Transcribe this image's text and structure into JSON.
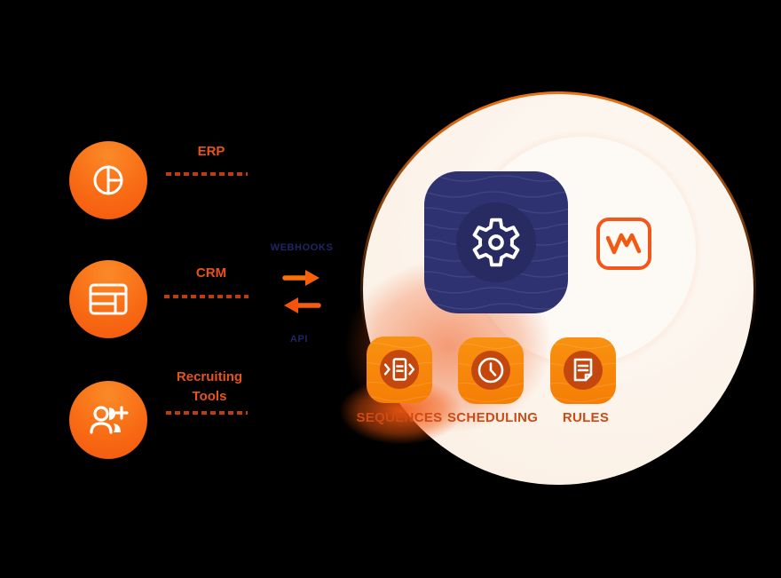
{
  "title": "integration-diagram",
  "colors": {
    "background": "#000000",
    "accent_orange": "#F87C12",
    "deep_orange": "#E9530E",
    "navy": "#2E3270",
    "navy_text": "#202565",
    "cream": "#FCF4EB",
    "rust": "#C4480E",
    "label_orange": "#CE4A12",
    "source_label_orange": "#E8531A",
    "dash_red": "#BF3C0C"
  },
  "sources": [
    {
      "label": "ERP",
      "icon": "pie-chart-icon"
    },
    {
      "label": "CRM",
      "icon": "browser-window-icon"
    },
    {
      "label": "Recruiting Tools",
      "icon": "add-user-icon"
    }
  ],
  "connector": {
    "top_label": "WEBHOOKS",
    "bottom_label": "API"
  },
  "hub": {
    "main_icon": "gear-icon",
    "logo_icon": "wm-logo-icon"
  },
  "features": [
    {
      "label": "SEQUENCES",
      "icon": "sequence-document-icon"
    },
    {
      "label": "SCHEDULING",
      "icon": "clock-icon"
    },
    {
      "label": "RULES",
      "icon": "rules-document-icon"
    }
  ]
}
